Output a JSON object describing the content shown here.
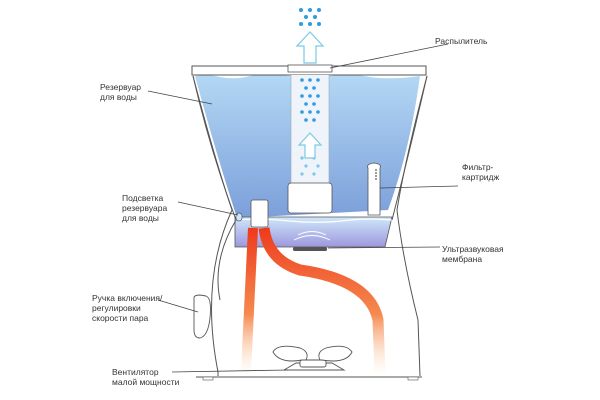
{
  "diagram": {
    "title": "Ultrasonic humidifier structure",
    "colors": {
      "water_top": "#a9d0f0",
      "water_bottom": "#7fa6dc",
      "steam_dots": "#2f9be0",
      "warm_air": "#f04e23",
      "membrane_water": "#9d9be0",
      "outline": "#555555"
    },
    "labels": {
      "reservoir": "Резервуар\nдля воды",
      "atomizer": "Распылитель",
      "filter": "Фильтр-\nкартридж",
      "reservoir_light": "Подсветка\nрезервуара\nдля воды",
      "membrane": "Ультразвуковая\nмембрана",
      "knob": "Ручка включения/\nрегулировки\nскорости пара",
      "fan": "Вентилятор\nмалой мощности"
    },
    "icons": {
      "steam_arrow_top": "up-arrow",
      "steam_arrow_inner": "up-arrow"
    }
  }
}
